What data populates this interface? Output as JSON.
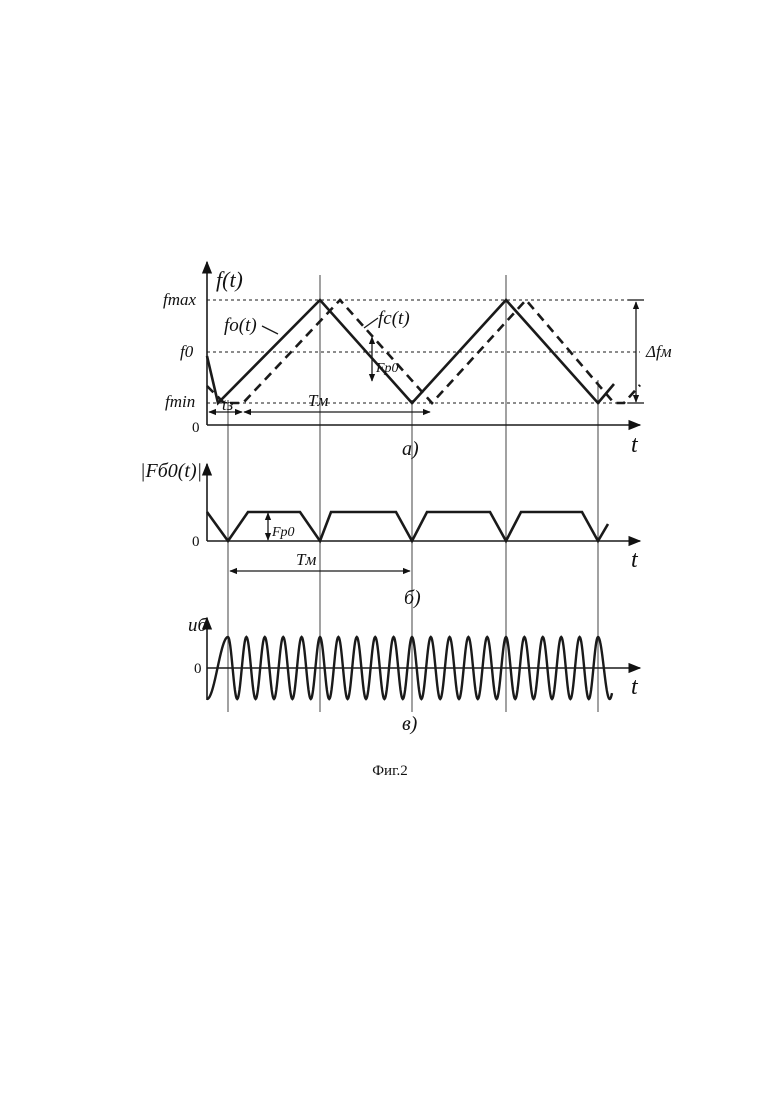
{
  "panel_a": {
    "y_axis_label": "f(t)",
    "x_axis_label": "t",
    "level_max": "fmax",
    "level_0": "f0",
    "level_min": "fmin",
    "zero": "0",
    "curve_o": "fo(t)",
    "curve_c": "fc(t)",
    "beat_label": "Fp0",
    "delay_label": "tз",
    "period_label": "Tм",
    "deviation_label": "Δfм",
    "panel_tag": "а)"
  },
  "panel_b": {
    "y_axis_label": "|Fб0(t)|",
    "x_axis_label": "t",
    "zero": "0",
    "beat_label": "Fp0",
    "period_label": "Tм",
    "panel_tag": "б)"
  },
  "panel_c": {
    "y_axis_label": "uб",
    "x_axis_label": "t",
    "zero": "0",
    "panel_tag": "в)"
  },
  "caption": "Фиг.2"
}
